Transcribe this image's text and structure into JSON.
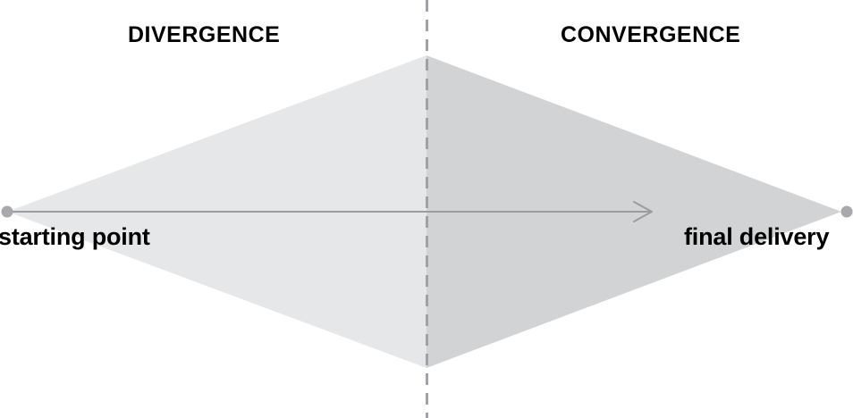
{
  "diagram": {
    "type": "double-diamond-design-process",
    "background_color": "#ffffff",
    "phases": [
      {
        "id": "divergence",
        "label": "DIVERGENCE",
        "fill_color": "#e6e7e8",
        "side": "left"
      },
      {
        "id": "convergence",
        "label": "CONVERGENCE",
        "fill_color": "#d1d3d4",
        "side": "right"
      }
    ],
    "endpoints": [
      {
        "id": "starting-point",
        "label": "starting point",
        "side": "left",
        "marker": "dot",
        "marker_color": "#a7a9ac"
      },
      {
        "id": "final-delivery",
        "label": "final delivery",
        "side": "right",
        "marker": "dot",
        "marker_color": "#a7a9ac"
      }
    ],
    "axis": {
      "name": "progress-arrow",
      "color": "#9a9ca0",
      "direction": "left-to-right",
      "arrowhead": "chevron"
    },
    "divider": {
      "name": "midpoint-divider",
      "style": "dashed",
      "color": "#a0a2a5",
      "orientation": "vertical"
    }
  }
}
